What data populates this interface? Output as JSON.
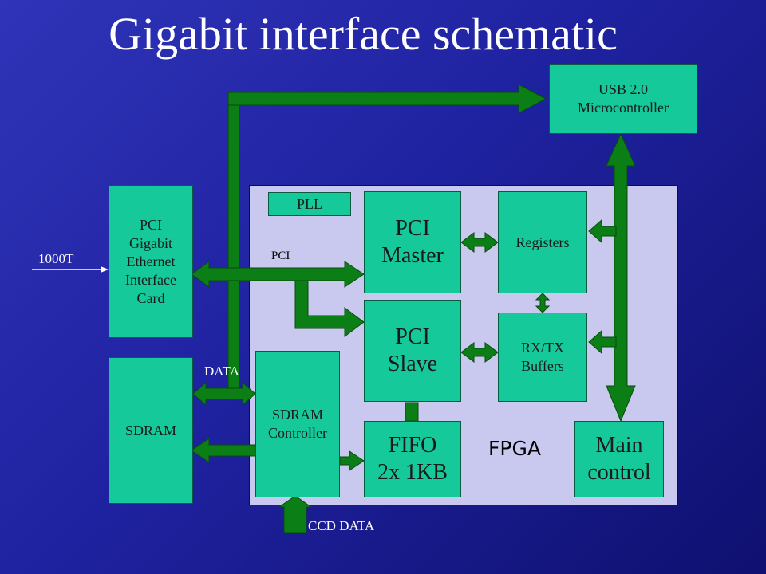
{
  "title": "Gigabit interface schematic",
  "fpga_label": "FPGA",
  "blocks": {
    "usb": "USB 2.0\nMicrocontroller",
    "pci_card": "PCI\nGigabit\nEthernet\nInterface\nCard",
    "sdram": "SDRAM",
    "pll": "PLL",
    "pci_master": "PCI\nMaster",
    "pci_slave": "PCI\nSlave",
    "registers": "Registers",
    "rxtx": "RX/TX\nBuffers",
    "sdram_ctrl": "SDRAM\nController",
    "fifo": "FIFO\n2x 1KB",
    "main_control": "Main\ncontrol"
  },
  "labels": {
    "input_1000t": "1000T",
    "pci": "PCI",
    "data": "DATA",
    "ccd_data": "CCD DATA"
  },
  "colors": {
    "block_fill": "#16c99a",
    "arrow_fill": "#0b7f16",
    "fpga_fill": "#c9c9ef",
    "background": "#1f22a0"
  }
}
